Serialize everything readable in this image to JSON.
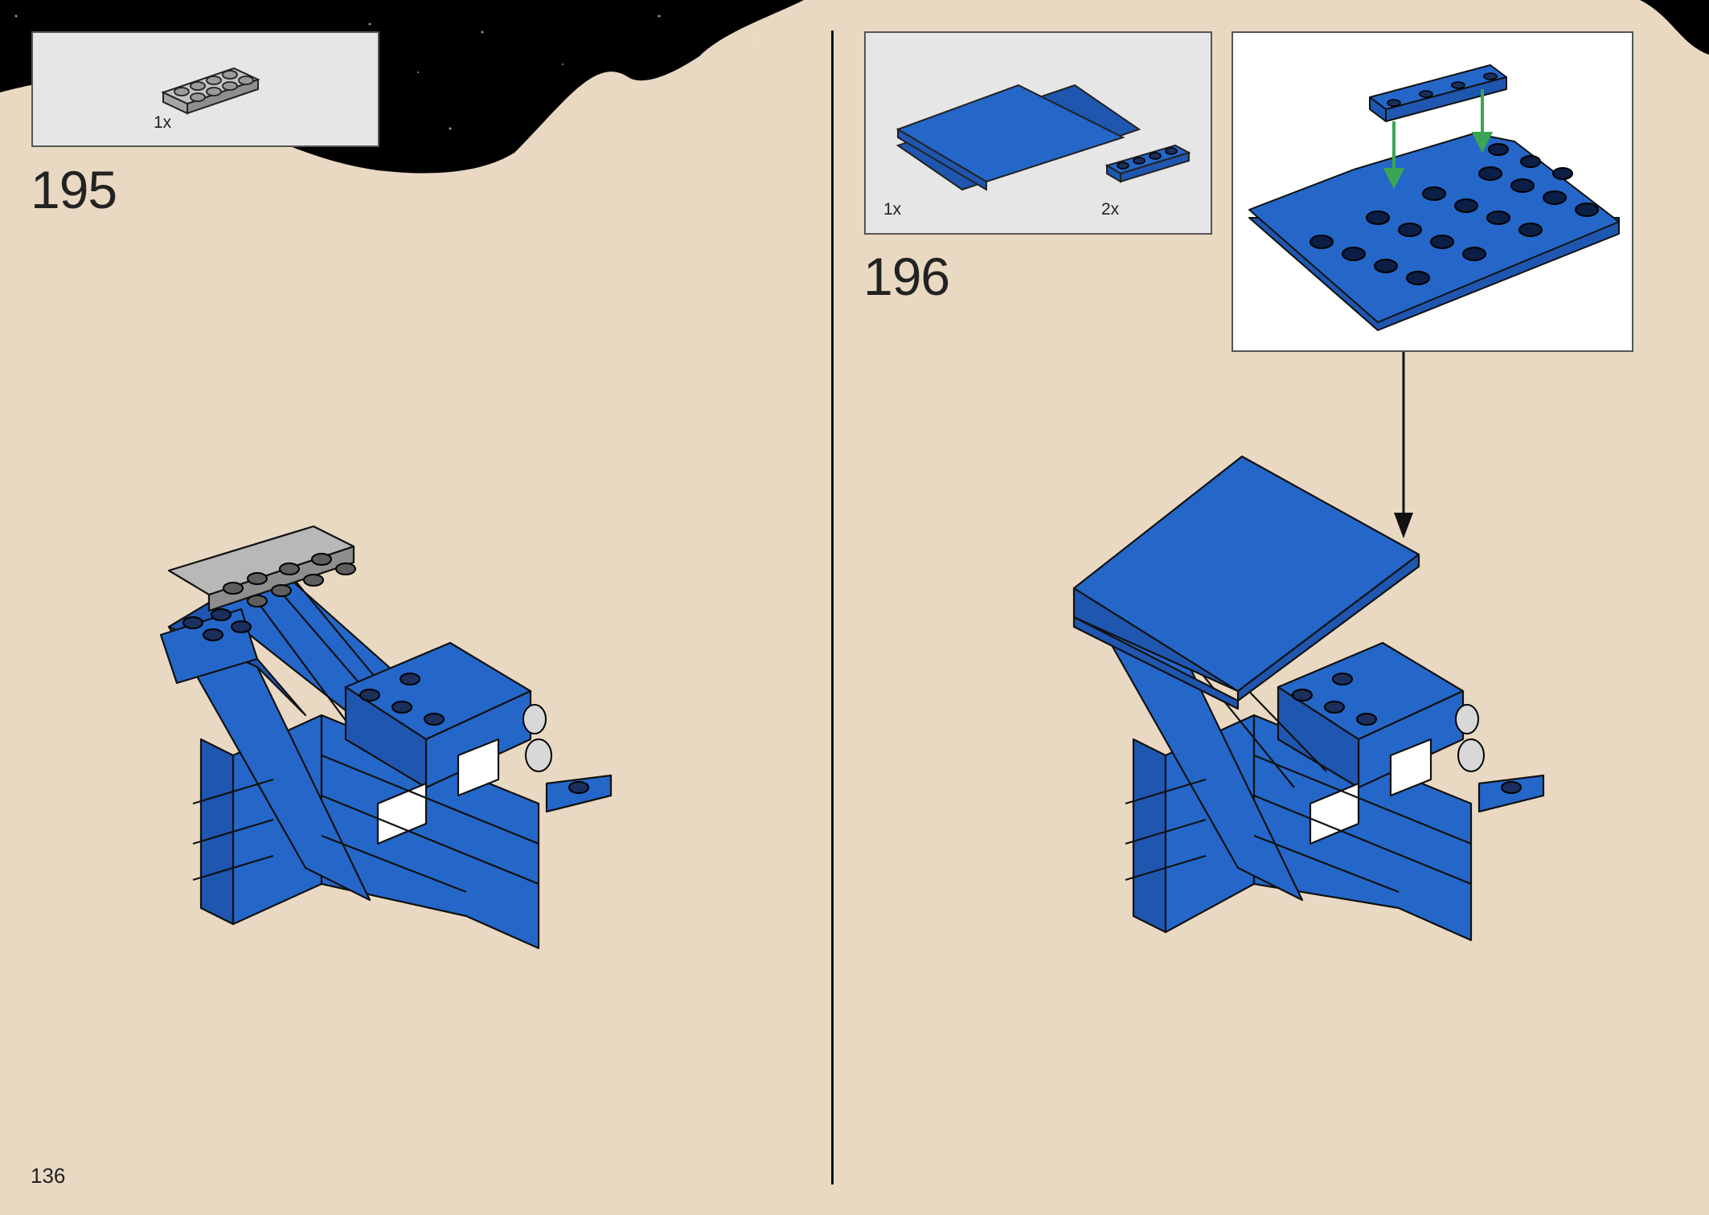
{
  "page_number": "136",
  "steps": [
    {
      "number": "195",
      "parts": [
        {
          "qty": "1x",
          "part": "2x4 plate",
          "color": "#b8b8b8"
        }
      ]
    },
    {
      "number": "196",
      "parts": [
        {
          "qty": "1x",
          "part": "large slope",
          "color": "#2467c9"
        },
        {
          "qty": "2x",
          "part": "1x4 plate",
          "color": "#2467c9"
        }
      ]
    }
  ],
  "colors": {
    "background": "#e9d9c3",
    "space": "#000000",
    "brick_blue": "#2467c9",
    "brick_grey": "#b8b8b8",
    "arrow_green": "#3aa655"
  }
}
